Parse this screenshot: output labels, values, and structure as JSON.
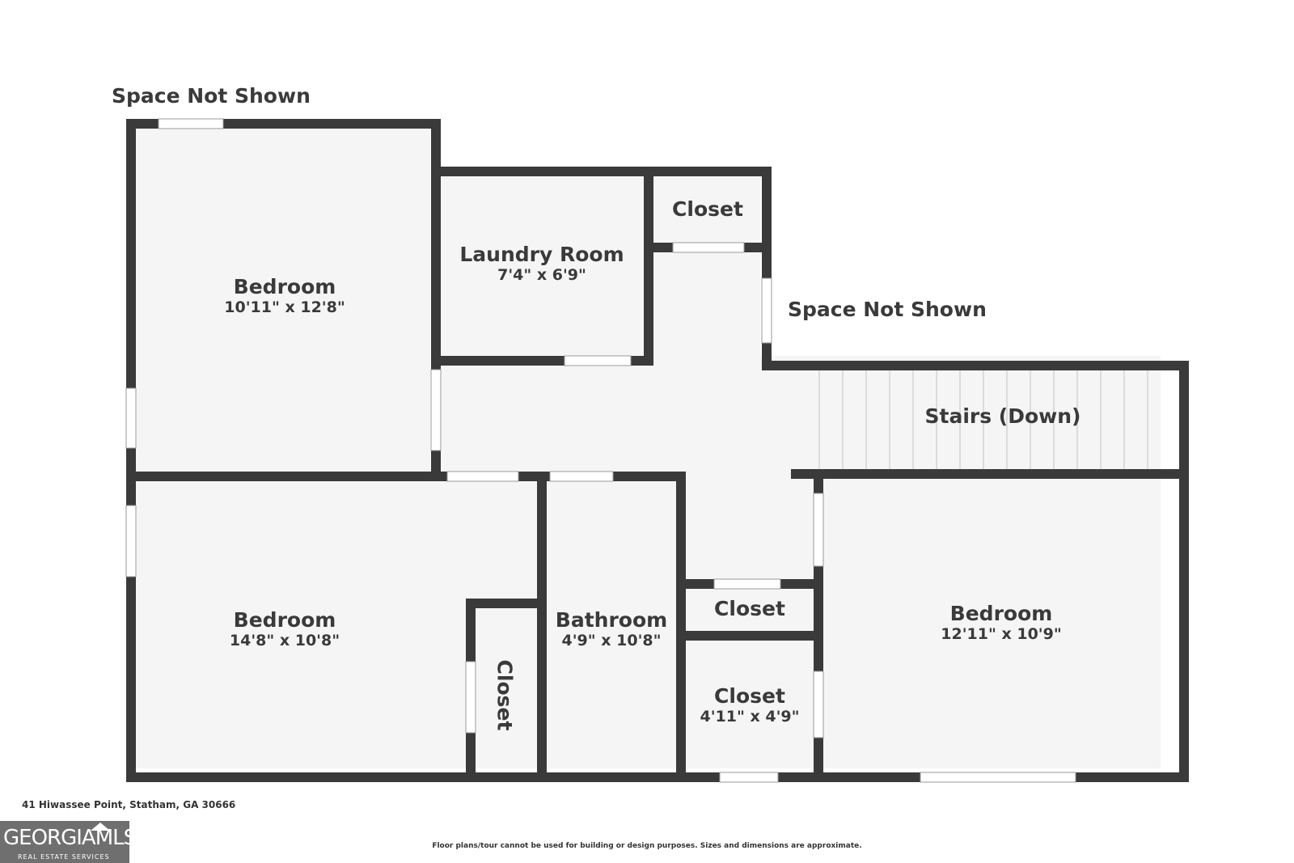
{
  "plan": {
    "space_not_shown_top": "Space Not Shown",
    "space_not_shown_right": "Space Not Shown",
    "rooms": {
      "bedroom_top_left": {
        "name": "Bedroom",
        "dims": "10'11\" x 12'8\""
      },
      "laundry": {
        "name": "Laundry Room",
        "dims": "7'4\" x 6'9\""
      },
      "closet_top": {
        "name": "Closet"
      },
      "stairs": {
        "name": "Stairs (Down)"
      },
      "bedroom_bottom_left": {
        "name": "Bedroom",
        "dims": "14'8\" x 10'8\""
      },
      "closet_vertical": {
        "name": "Closet"
      },
      "bathroom": {
        "name": "Bathroom",
        "dims": "4'9\" x 10'8\""
      },
      "closet_middle": {
        "name": "Closet"
      },
      "closet_bottom": {
        "name": "Closet",
        "dims": "4'11\" x 4'9\""
      },
      "bedroom_right": {
        "name": "Bedroom",
        "dims": "12'11\" x 10'9\""
      }
    }
  },
  "footer": {
    "address": "41 Hiwassee Point, Statham, GA 30666",
    "disclaimer": "Floor plans/tour cannot be used for building or design purposes. Sizes and dimensions are approximate.",
    "logo_text": "GEORGIAMLS",
    "logo_subtext": "REAL ESTATE SERVICES"
  },
  "colors": {
    "wall": "#3a3a3a",
    "floor": "#f5f5f5"
  }
}
